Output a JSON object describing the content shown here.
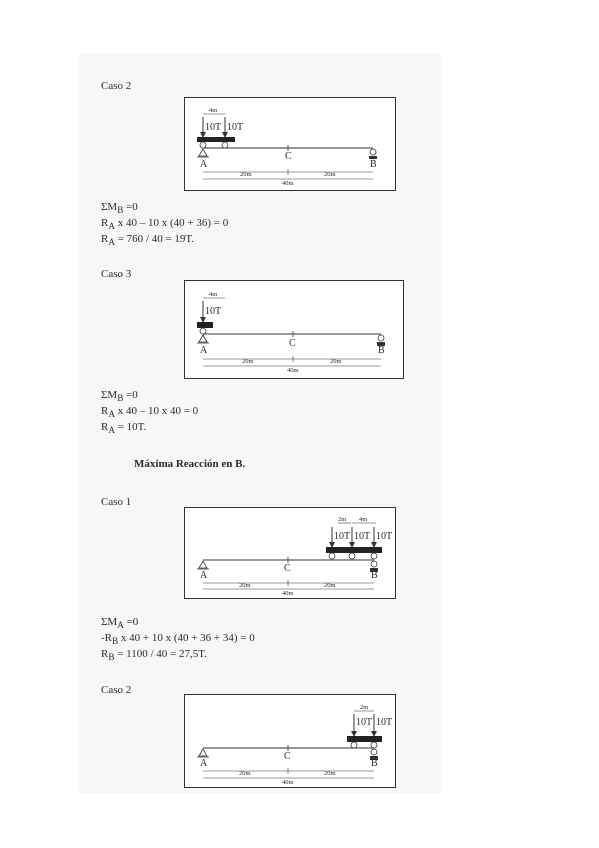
{
  "case_a": {
    "label": "Caso 2",
    "loads": [
      "10T",
      "10T"
    ],
    "spacing_label": "4m",
    "points": [
      "A",
      "C",
      "B"
    ],
    "half_spans": [
      "20m",
      "20m"
    ],
    "total_span": "40m",
    "equations": [
      {
        "prefix": "ΣM",
        "sub": "B",
        "rest": " =0"
      },
      {
        "prefix": "R",
        "sub": "A",
        "rest": " x 40 – 10 x (40 + 36) = 0"
      },
      {
        "prefix": "R",
        "sub": "A",
        "rest": " = 760 / 40 = 19T."
      }
    ]
  },
  "case_b": {
    "label": "Caso 3",
    "loads": [
      "10T"
    ],
    "spacing_label": "4m",
    "points": [
      "A",
      "C",
      "B"
    ],
    "half_spans": [
      "20m",
      "20m"
    ],
    "total_span": "40m",
    "equations": [
      {
        "prefix": "ΣM",
        "sub": "B",
        "rest": " =0"
      },
      {
        "prefix": "R",
        "sub": "A",
        "rest": " x 40 – 10 x 40 = 0"
      },
      {
        "prefix": "R",
        "sub": "A",
        "rest": " = 10T."
      }
    ]
  },
  "section_title": "Máxima Reacción en B.",
  "case_c": {
    "label": "Caso 1",
    "loads": [
      "10T",
      "10T",
      "10T"
    ],
    "spacing_labels": [
      "2m",
      "4m"
    ],
    "points": [
      "A",
      "C",
      "B"
    ],
    "half_spans": [
      "20m",
      "20m"
    ],
    "total_span": "40m",
    "equations": [
      {
        "prefix": "ΣM",
        "sub": "A",
        "rest": " =0"
      },
      {
        "prefix": "-R",
        "sub": "B",
        "rest": " x 40 + 10 x (40 + 36 + 34) = 0"
      },
      {
        "prefix": "R",
        "sub": "B",
        "rest": " = 1100 / 40 = 27,5T."
      }
    ]
  },
  "case_d": {
    "label": "Caso 2",
    "loads": [
      "10T",
      "10T"
    ],
    "spacing_label": "2m",
    "points": [
      "A",
      "C",
      "B"
    ],
    "half_spans": [
      "20m",
      "20m"
    ],
    "total_span": "40m"
  }
}
